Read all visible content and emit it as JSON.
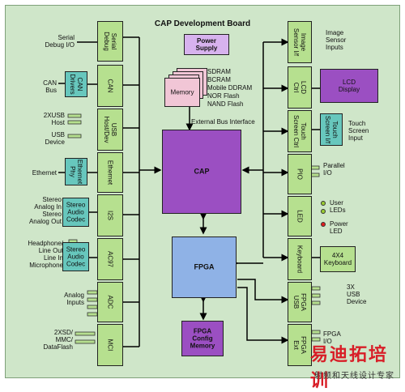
{
  "title": "CAP Development Board",
  "power_supply": "Power\nSupply",
  "memory": {
    "box_label": "Memory",
    "types": "SDRAM\nBCRAM\nMobile DDRAM\nNOR Flash\nNAND Flash"
  },
  "external_bus_label": "External Bus Interface",
  "cap_label": "CAP",
  "fpga_label": "FPGA",
  "fpga_config": "FPGA\nConfig\nMemory",
  "left_blocks": {
    "serial_debug": "Serial\nDebug",
    "can": "CAN",
    "usb": "USB\nHost/Dev",
    "ethernet": "Ethernet",
    "i2s": "I2S",
    "ac97": "AC97",
    "adc": "ADC",
    "mci": "MCI"
  },
  "left_devices": {
    "can_drivers": "CAN\nDrivers",
    "ethernet_phy": "Ethernet\nPhy",
    "stereo_codec_1": "Stereo\nAudio\nCodec",
    "stereo_codec_2": "Stereo\nAudio\nCodec"
  },
  "left_external": {
    "serial_debug_io": "Serial\nDebug I/O",
    "can_bus": "CAN\nBus",
    "usb_host": "2XUSB\nHost",
    "usb_device": "USB\nDevice",
    "ethernet": "Ethernet",
    "stereo_analog": "Stereo\nAnalog In\nStereo\nAnalog Out",
    "ac97_io": "Headphone/\nLine Out\nLine In\nMicrophone",
    "analog_inputs": "Analog\nInputs",
    "storage": "2XSD/\nMMC/\nDataFlash"
  },
  "right_blocks": {
    "image_sensor": "Image\nSensor I/f",
    "lcd_ctrl": "LCD\nCtrl",
    "touch_screen": "Touch\nScreen Ctrl",
    "pio": "PIO",
    "led": "LED",
    "keyboard": "Keyboard",
    "fpga_usb": "FPGA\nUSB",
    "fpga_ext": "FPGA\nExt"
  },
  "right_devices": {
    "lcd_display": "LCD\nDisplay",
    "touch_screen_if": "Touch\nScreen I/f",
    "keyboard_4x4": "4X4\nKeyboard"
  },
  "right_external": {
    "image_sensor_inputs": "Image\nSensor\nInputs",
    "touch_screen_input": "Touch\nScreen\nInput",
    "parallel_io": "Parallel\nI/O",
    "user_leds": "User\nLEDs",
    "power_led": "Power\nLED",
    "usb_device": "3X\nUSB\nDevice",
    "fpga_io": "FPGA\nI/O"
  },
  "watermark": {
    "main": "易迪拓培训",
    "sub": "射频和天线设计专家"
  },
  "colors": {
    "background": "#cfe6c9",
    "peripheral_block": "#b6e08f",
    "cap": "#9b4fc2",
    "fpga": "#8fb2e6",
    "memory": "#f1c6d6",
    "device": "#67c7bd",
    "power_supply": "#d7b2ee",
    "led_user": "#9acd32",
    "led_power": "#e02020",
    "watermark": "#d81e27"
  }
}
